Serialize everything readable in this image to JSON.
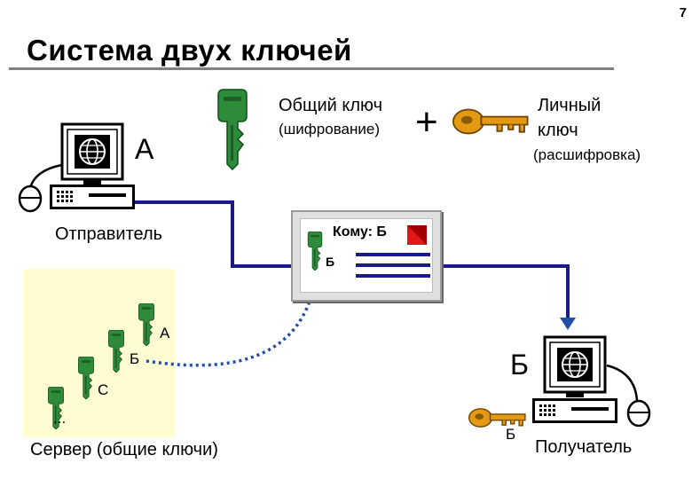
{
  "page_number": "7",
  "title": "Система двух ключей",
  "public_key": {
    "label": "Общий ключ",
    "sublabel": "(шифрование)"
  },
  "plus": "+",
  "private_key": {
    "label_line1": "Личный",
    "label_line2": "ключ",
    "sublabel": "(расшифровка)"
  },
  "sender": {
    "letter": "А",
    "label": "Отправитель"
  },
  "envelope": {
    "to_label": "Кому: Б",
    "key_label": "Б"
  },
  "server": {
    "label": "Сервер (общие ключи)",
    "keys": [
      "А",
      "Б",
      "С",
      "..."
    ]
  },
  "receiver": {
    "letter": "Б",
    "key_label": "Б",
    "label": "Получатель"
  },
  "colors": {
    "public_key": "#2e8b3a",
    "private_key": "#e39a12",
    "wire": "#1a1a8c",
    "arrow": "#1f4fa8",
    "server_background": "#fffbd2",
    "stamp": "#e01818"
  }
}
